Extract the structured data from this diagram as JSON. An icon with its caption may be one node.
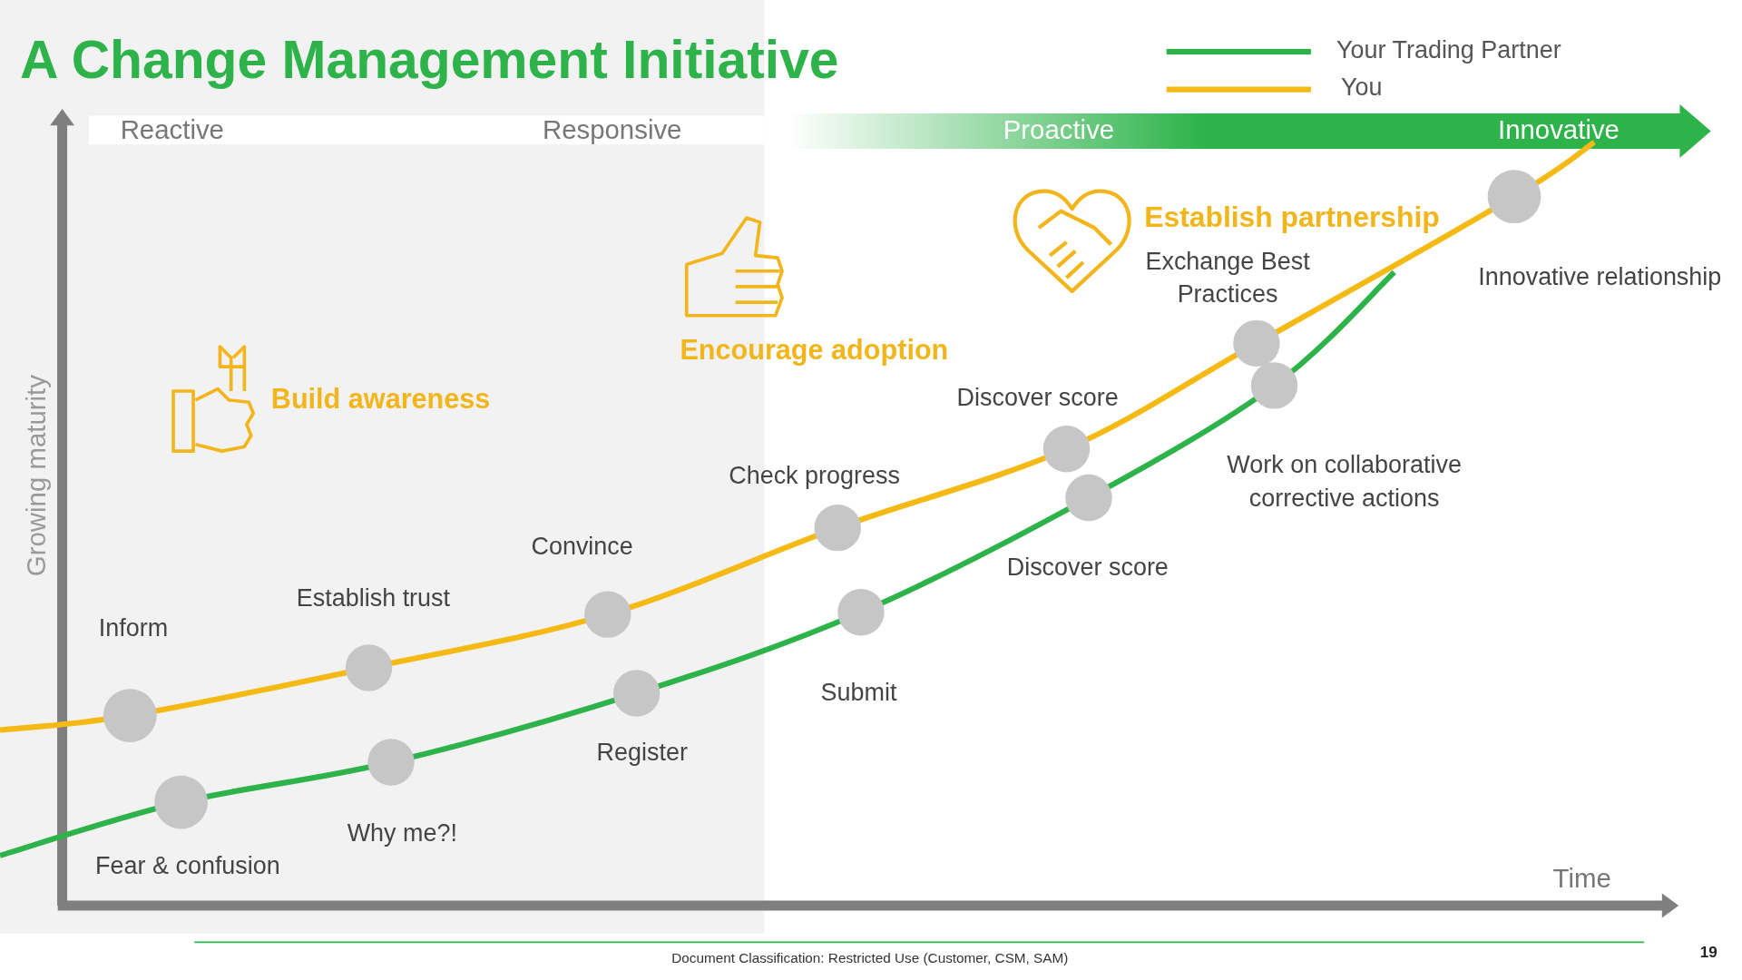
{
  "diagram": {
    "title": "A Change Management Initiative",
    "labels": [
      "Reactive",
      "Responsive",
      "Proactive",
      "Innovative",
      "Establish partnership",
      "Exchange Best Practices",
      "Innovative relationship",
      "Encourage adoption",
      "Build awareness",
      "Growing maturity",
      "Discover score",
      "Check progress",
      "Work on collaborative corrective actions",
      "Convince",
      "Establish trust",
      "Discover score",
      "Inform",
      "Submit",
      "Register",
      "Why me?!",
      "Fear & confusion",
      "Time",
      "Document Classification: Restricted Use (Customer, CSM, SAM)",
      "19"
    ],
    "legend": [
      {
        "text": "Your Trading Partner"
      },
      {
        "text": "You"
      }
    ]
  }
}
